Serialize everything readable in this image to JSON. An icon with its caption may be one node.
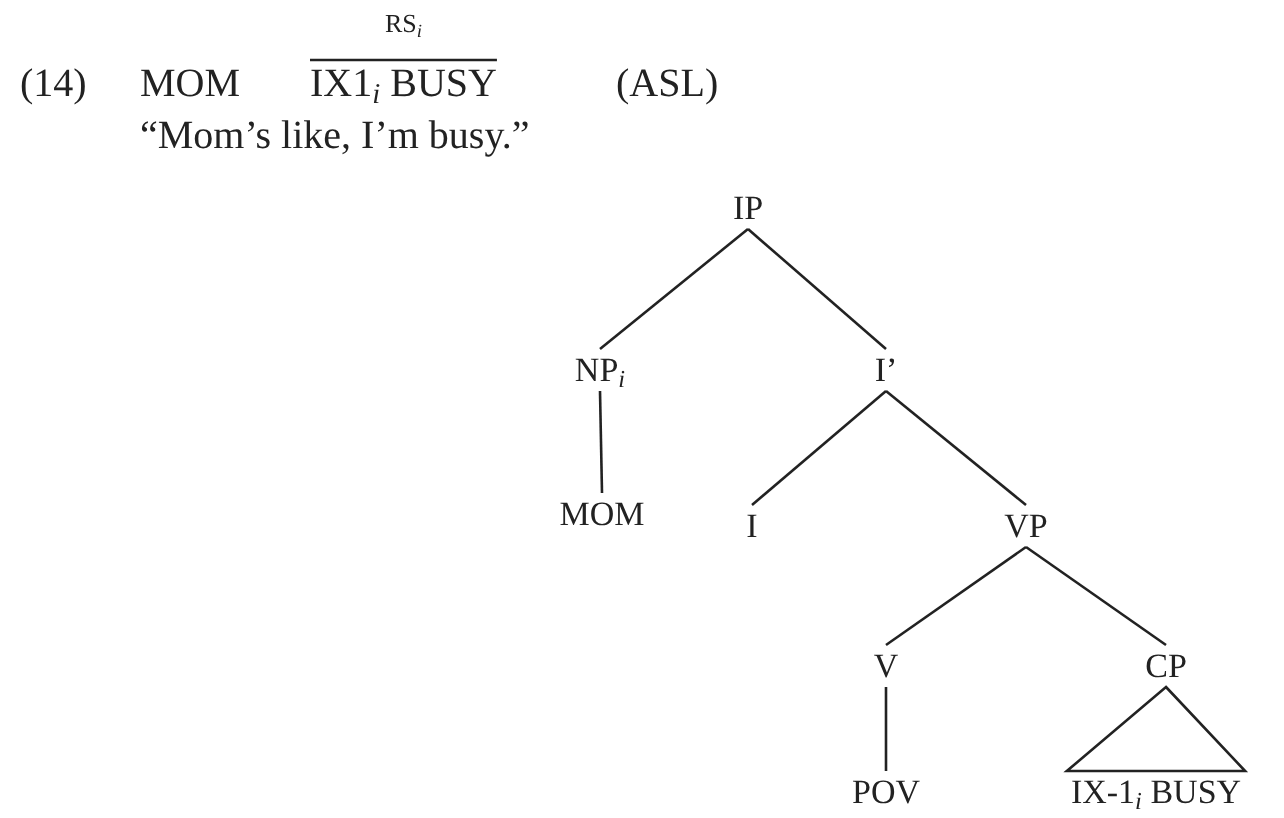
{
  "diagram": {
    "nodes": [
      {
        "text": [
          "IP"
        ]
      },
      {
        "text": [
          "NP$_{i}$"
        ]
      },
      {
        "text": [
          "I’"
        ]
      },
      {
        "text": [
          "MOM"
        ]
      },
      {
        "text": [
          "I"
        ]
      },
      {
        "text": [
          "VP"
        ]
      },
      {
        "text": [
          "V"
        ]
      },
      {
        "text": [
          "CP"
        ]
      },
      {
        "text": [
          "POV"
        ]
      },
      {
        "text": [
          "IX-1$_{i}$  BUSY"
        ]
      }
    ],
    "edges": [
      {
        "from": 0,
        "to": 1,
        "arrow": "none"
      },
      {
        "from": 0,
        "to": 2,
        "arrow": "none"
      },
      {
        "from": 1,
        "to": 3,
        "arrow": "none"
      },
      {
        "from": 2,
        "to": 4,
        "arrow": "none"
      },
      {
        "from": 2,
        "to": 5,
        "arrow": "none"
      },
      {
        "from": 5,
        "to": 6,
        "arrow": "none"
      },
      {
        "from": 5,
        "to": 7,
        "arrow": "none"
      },
      {
        "from": 6,
        "to": 8,
        "arrow": "none"
      },
      {
        "from": 7,
        "to": 9,
        "arrow": "none"
      }
    ],
    "labels": [
      "RS$_{i}$",
      "(14)",
      "MOM",
      "IX1$_{i}$ BUSY",
      "(ASL)",
      "“Mom’s like, I’m busy.”"
    ]
  }
}
